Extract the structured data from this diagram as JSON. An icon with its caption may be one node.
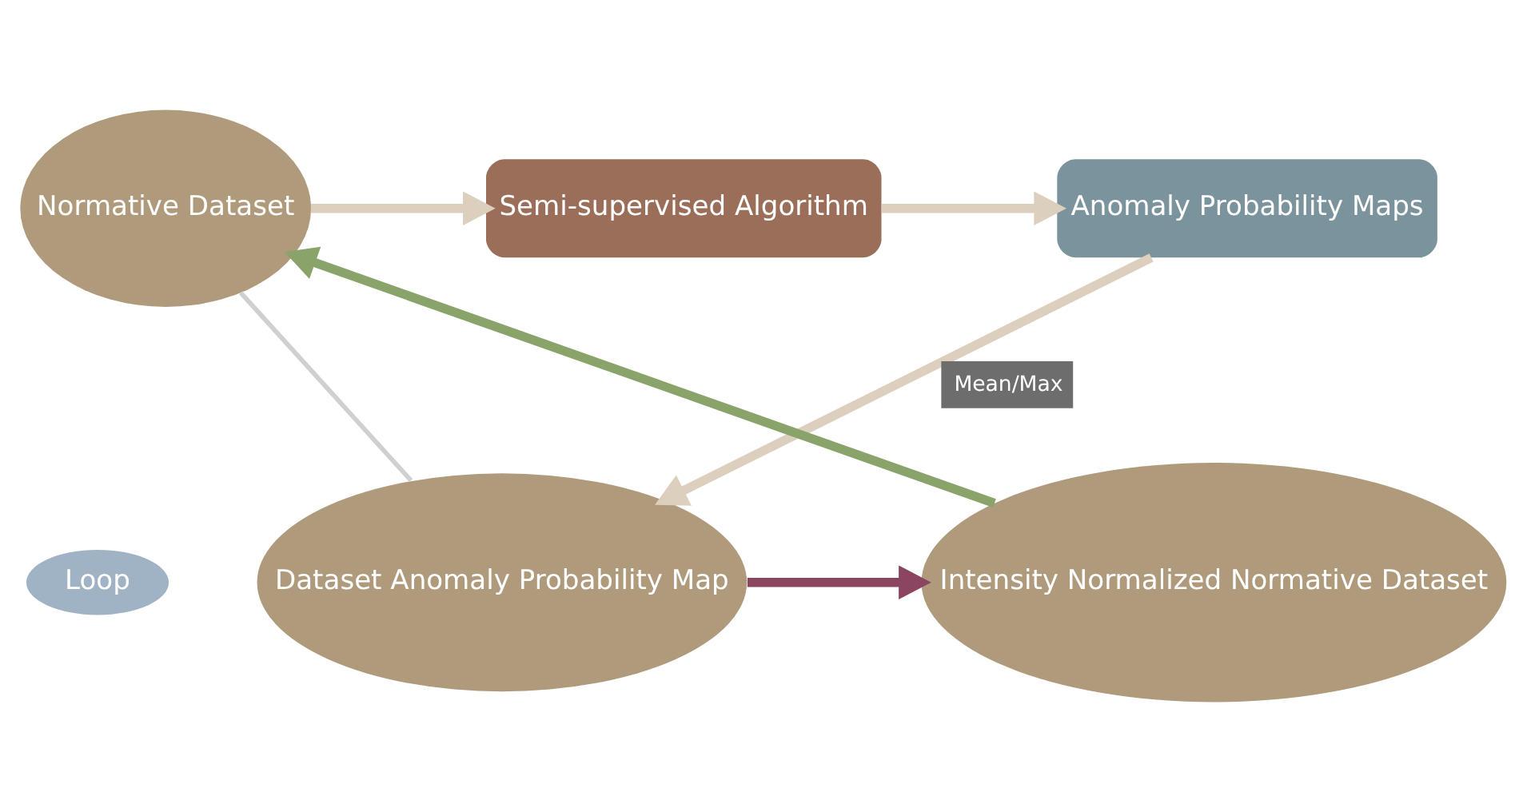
{
  "diagram": {
    "nodes": [
      {
        "text": [
          "Normative Dataset"
        ]
      },
      {
        "text": [
          "Semi-supervised Algorithm"
        ]
      },
      {
        "text": [
          "Anomaly Probability Maps"
        ]
      },
      {
        "text": [
          "Dataset Anomaly Probability Map"
        ]
      },
      {
        "text": [
          "Intensity Normalized Normative Dataset"
        ]
      },
      {
        "text": [
          "Loop"
        ]
      }
    ],
    "edges": [
      {
        "from": 0,
        "to": 1,
        "arrow": "to"
      },
      {
        "from": 1,
        "to": 2,
        "arrow": "to"
      },
      {
        "from": 2,
        "to": 3,
        "arrow": "to",
        "label": "Mean/Max"
      },
      {
        "from": 3,
        "to": 4,
        "arrow": "to",
        "color": "#8b4561"
      },
      {
        "from": 0,
        "to": 3,
        "arrow": "none",
        "color": "#d0d0d0"
      },
      {
        "from": 4,
        "to": 0,
        "arrow": "to",
        "color": "#8aa36a"
      }
    ]
  }
}
